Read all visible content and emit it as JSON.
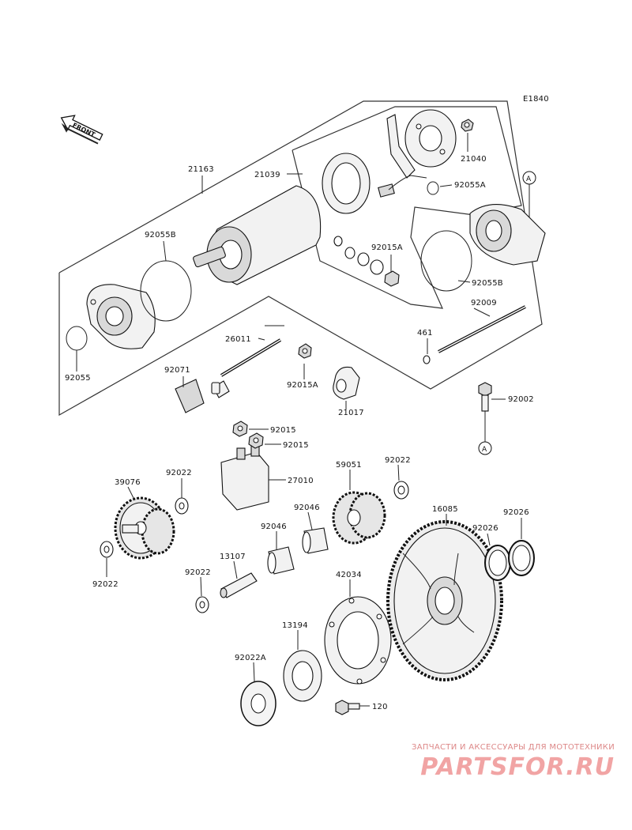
{
  "diagram": {
    "code": "E1840",
    "front_label": "FRONT",
    "ref_marker": "A",
    "parts": {
      "p21163": "21163",
      "p21039": "21039",
      "p21040": "21040",
      "p92055A": "92055A",
      "p92055B_left": "92055B",
      "p92015A_top": "92015A",
      "p92055B_right": "92055B",
      "p92009": "92009",
      "p461": "461",
      "p26011": "26011",
      "p92055": "92055",
      "p92071": "92071",
      "p92015A_mid": "92015A",
      "p21017": "21017",
      "p92002": "92002",
      "p92015_a": "92015",
      "p92015_b": "92015",
      "p27010": "27010",
      "p39076": "39076",
      "p92022_a": "92022",
      "p59051": "59051",
      "p92022_b": "92022",
      "p16085": "16085",
      "p92026_a": "92026",
      "p92026_b": "92026",
      "p92046_a": "92046",
      "p92046_b": "92046",
      "p92022_c": "92022",
      "p13107": "13107",
      "p92022_d": "92022",
      "p42034": "42034",
      "p13194": "13194",
      "p92022A": "92022A",
      "p120": "120"
    }
  },
  "watermark": {
    "caption": "ЗАПЧАСТИ И АКСЕССУАРЫ ДЛЯ МОТОТЕХНИКИ",
    "logo": "PARTSFOR.RU"
  }
}
